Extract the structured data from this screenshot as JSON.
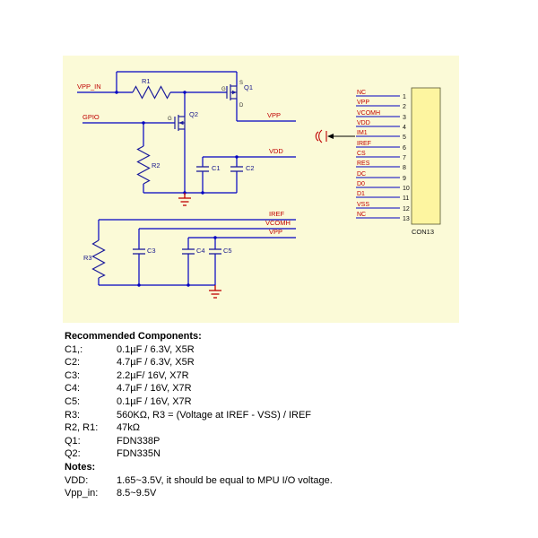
{
  "colors": {
    "schematic_bg": "#fbfad7",
    "connector_fill": "#fdf5a0",
    "wire_blue": "#0000c3",
    "symbol_blue": "#1b1b9c",
    "net_label_red": "#c00000",
    "text_black": "#000000"
  },
  "schematic": {
    "net_labels": {
      "vpp_in": "VPP_IN",
      "gpio": "GPIO",
      "vpp_top": "VPP",
      "vdd": "VDD",
      "iref": "IREF",
      "vcomh": "VCOMH",
      "vpp_bottom": "VPP"
    },
    "designators": {
      "r1": "R1",
      "r2": "R2",
      "r3": "R3",
      "c1": "C1",
      "c2": "C2",
      "c3": "C3",
      "c4": "C4",
      "c5": "C5",
      "q1": "Q1",
      "q2": "Q2"
    },
    "pin_letters": {
      "g": "G",
      "s": "S",
      "d": "D"
    },
    "connector": {
      "name": "CON13",
      "pins": [
        {
          "num": "1",
          "label": "NC"
        },
        {
          "num": "2",
          "label": "VPP"
        },
        {
          "num": "3",
          "label": "VCOMH"
        },
        {
          "num": "4",
          "label": "VDD"
        },
        {
          "num": "5",
          "label": "IM1"
        },
        {
          "num": "6",
          "label": "IREF"
        },
        {
          "num": "7",
          "label": "CS"
        },
        {
          "num": "8",
          "label": "RES"
        },
        {
          "num": "9",
          "label": "DC"
        },
        {
          "num": "10",
          "label": "D0"
        },
        {
          "num": "11",
          "label": "D1"
        },
        {
          "num": "12",
          "label": "VSS"
        },
        {
          "num": "13",
          "label": "NC"
        }
      ]
    }
  },
  "component_list": {
    "title": "Recommended Components:",
    "rows": [
      {
        "name": "C1,:",
        "value": "0.1µF / 6.3V, X5R"
      },
      {
        "name": "C2:",
        "value": "4.7µF / 6.3V, X5R"
      },
      {
        "name": "C3:",
        "value": "2.2µF/ 16V, X7R"
      },
      {
        "name": "C4:",
        "value": "4.7µF / 16V, X7R"
      },
      {
        "name": "C5:",
        "value": "0.1µF / 16V, X7R"
      },
      {
        "name": "R3:",
        "value": "560KΩ, R3 = (Voltage at IREF - VSS) / IREF"
      },
      {
        "name": "R2, R1:",
        "value": "47kΩ"
      },
      {
        "name": "Q1:",
        "value": "FDN338P"
      },
      {
        "name": "Q2:",
        "value": "FDN335N"
      }
    ],
    "notes_title": "Notes:",
    "notes": [
      {
        "name": "VDD:",
        "value": "1.65~3.5V, it should be equal to MPU I/O voltage."
      },
      {
        "name": "Vpp_in:",
        "value": "8.5~9.5V"
      }
    ]
  }
}
